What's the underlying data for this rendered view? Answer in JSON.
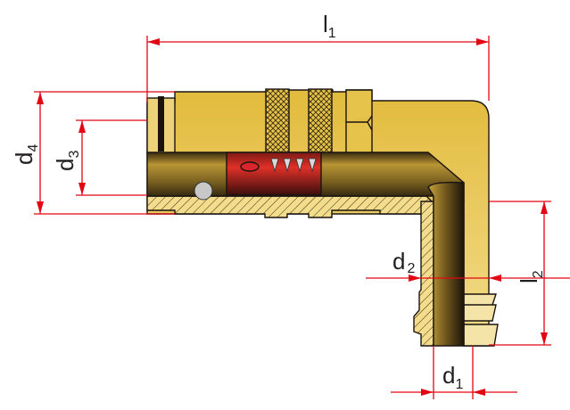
{
  "labels": {
    "l1": {
      "main": "l",
      "sub": "1"
    },
    "l2": {
      "main": "l",
      "sub": "2"
    },
    "d1": {
      "main": "d",
      "sub": "1"
    },
    "d2": {
      "main": "d",
      "sub": "2"
    },
    "d3": {
      "main": "d",
      "sub": "3"
    },
    "d4": {
      "main": "d",
      "sub": "4"
    }
  },
  "colors": {
    "brass": "#e6c34a",
    "dimension": "#e30613",
    "valve": "#d8262b"
  }
}
